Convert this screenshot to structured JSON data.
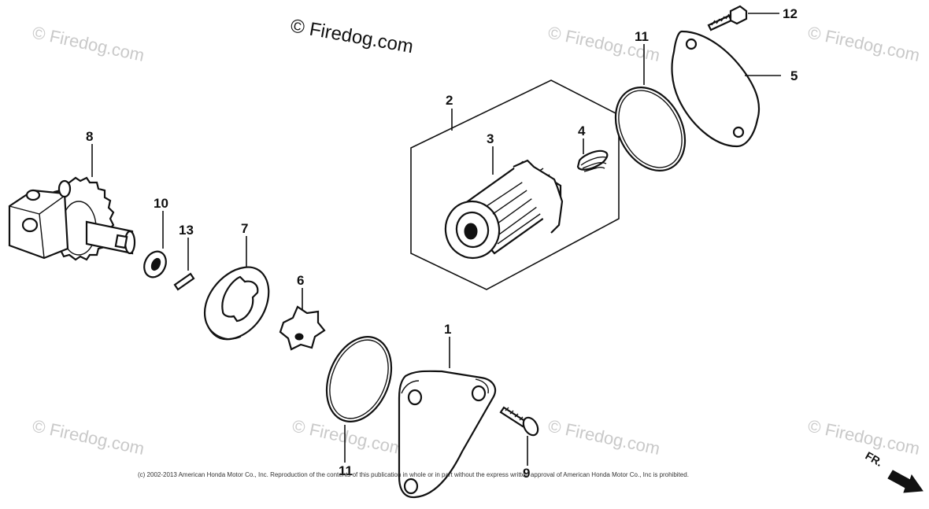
{
  "watermark": {
    "main": "© Firedog.com",
    "tile": "© Firedog.com"
  },
  "callouts": {
    "c1": "1",
    "c2": "2",
    "c3": "3",
    "c4": "4",
    "c5": "5",
    "c6": "6",
    "c7": "7",
    "c8": "8",
    "c9": "9",
    "c10": "10",
    "c11a": "11",
    "c11b": "11",
    "c12": "12",
    "c13": "13"
  },
  "copyright": "(c) 2002-2013 American Honda Motor Co., Inc. Reproduction of the contents of this publication in whole or in part without the express written approval of American Honda Motor Co., Inc is prohibited.",
  "direction_label": "FR."
}
